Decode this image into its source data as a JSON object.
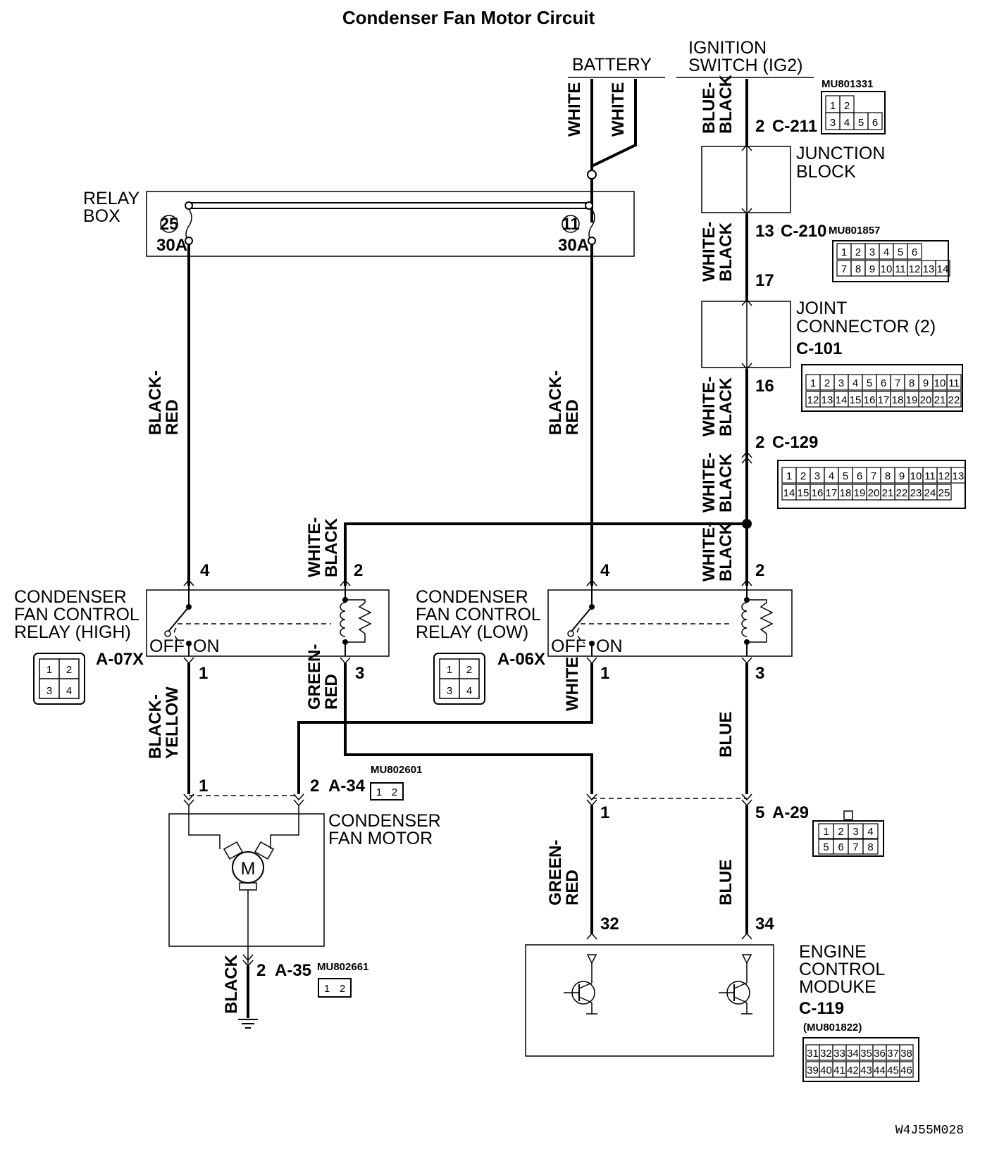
{
  "title": "Condenser Fan Motor Circuit",
  "footer_code": "W4J55M028",
  "sources": {
    "battery": "BATTERY",
    "ignition_line1": "IGNITION",
    "ignition_line2": "SWITCH (IG2)"
  },
  "relay_box": {
    "label_line1": "RELAY",
    "label_line2": "BOX",
    "fuse_left_num": "25",
    "fuse_left_amp": "30A",
    "fuse_right_num": "11",
    "fuse_right_amp": "30A"
  },
  "junction_block": {
    "line1": "JUNCTION",
    "line2": "BLOCK"
  },
  "joint_connector": {
    "line1": "JOINT",
    "line2": "CONNECTOR (2)",
    "code": "C-101"
  },
  "relay_high": {
    "line1": "CONDENSER",
    "line2": "FAN CONTROL",
    "line3": "RELAY (HIGH)",
    "code": "A-07X"
  },
  "relay_low": {
    "line1": "CONDENSER",
    "line2": "FAN CONTROL",
    "line3": "RELAY (LOW)",
    "code": "A-06X"
  },
  "switch_labels": {
    "off": "OFF",
    "on": "ON"
  },
  "fan_motor": {
    "line1": "CONDENSER",
    "line2": "FAN MOTOR",
    "symbol": "M"
  },
  "ecm": {
    "line1": "ENGINE",
    "line2": "CONTROL",
    "line3": "MODUKE",
    "code": "C-119",
    "part": "(MU801822)"
  },
  "wire_colors": {
    "white": "WHITE",
    "blue_black_1": "BLUE-",
    "blue_black_2": "BLACK",
    "white_black_1": "WHITE-",
    "white_black_2": "BLACK",
    "black_red_1": "BLACK-",
    "black_red_2": "RED",
    "black_yellow_1": "BLACK-",
    "black_yellow_2": "YELLOW",
    "green_red_1": "GREEN-",
    "green_red_2": "RED",
    "blue": "BLUE",
    "black": "BLACK"
  },
  "pins": {
    "c211": "2",
    "c211_code": "C-211",
    "c210": "13",
    "c210_code": "C-210",
    "jb_out": "17",
    "jc_out": "16",
    "c129": "2",
    "c129_code": "C-129",
    "high_4": "4",
    "high_2": "2",
    "high_1": "1",
    "high_3": "3",
    "low_4": "4",
    "low_2": "2",
    "low_1": "1",
    "low_3": "3",
    "a34_1": "1",
    "a34_2": "2",
    "a34_code": "A-34",
    "a29_1": "1",
    "a29_5": "5",
    "a29_code": "A-29",
    "a35_2": "2",
    "a35_code": "A-35",
    "ecm_32": "32",
    "ecm_34": "34"
  },
  "connectors": {
    "c211_part": "MU801331",
    "c211_cells_top": [
      "1",
      "2"
    ],
    "c211_cells_bottom": [
      "3",
      "4",
      "5",
      "6"
    ],
    "c210_part": "MU801857",
    "c210_cells_top": [
      "1",
      "2",
      "3",
      "4",
      "5",
      "6"
    ],
    "c210_cells_bottom": [
      "7",
      "8",
      "9",
      "10",
      "11",
      "12",
      "13",
      "14"
    ],
    "c101_cells_top": [
      "1",
      "2",
      "3",
      "4",
      "5",
      "6",
      "7",
      "8",
      "9",
      "10",
      "11"
    ],
    "c101_cells_bottom": [
      "12",
      "13",
      "14",
      "15",
      "16",
      "17",
      "18",
      "19",
      "20",
      "21",
      "22"
    ],
    "c129_cells_top": [
      "1",
      "2",
      "3",
      "4",
      "5",
      "6",
      "7",
      "8",
      "9",
      "10",
      "11",
      "12",
      "13"
    ],
    "c129_cells_bottom": [
      "14",
      "15",
      "16",
      "17",
      "18",
      "19",
      "20",
      "21",
      "22",
      "23",
      "24",
      "25"
    ],
    "relay_cells": [
      "1",
      "2",
      "3",
      "4"
    ],
    "a34_part": "MU802601",
    "a34_cells": [
      "1",
      "2"
    ],
    "a35_part": "MU802661",
    "a35_cells": [
      "1",
      "2"
    ],
    "a29_cells_top": [
      "1",
      "2",
      "3",
      "4"
    ],
    "a29_cells_bottom": [
      "5",
      "6",
      "7",
      "8"
    ],
    "c119_cells_top": [
      "31",
      "32",
      "33",
      "34",
      "35",
      "36",
      "37",
      "38"
    ],
    "c119_cells_bottom": [
      "39",
      "40",
      "41",
      "42",
      "43",
      "44",
      "45",
      "46"
    ]
  }
}
